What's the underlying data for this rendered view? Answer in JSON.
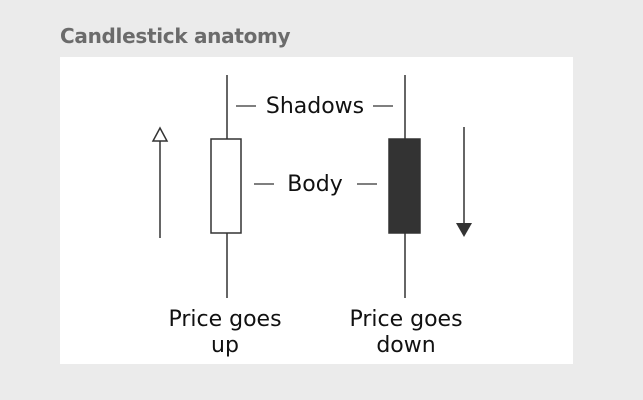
{
  "title": "Candlestick anatomy",
  "labels": {
    "shadows": "Shadows",
    "body": "Body",
    "up_line1": "Price goes",
    "up_line2": "up",
    "down_line1": "Price goes",
    "down_line2": "down"
  },
  "colors": {
    "background": "#ebebeb",
    "panel": "#ffffff",
    "bearish_body": "#333333",
    "bullish_body": "#ffffff",
    "stroke": "#333333",
    "title": "#6b6b6b"
  }
}
